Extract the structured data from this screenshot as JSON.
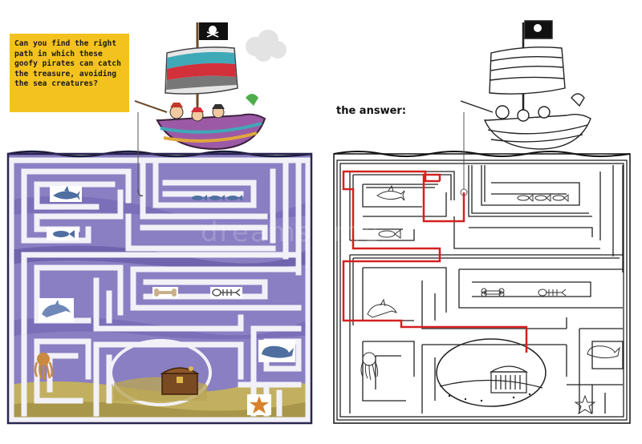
{
  "instructions": "Can you find the right path in which these goofy pirates can catch the treasure, avoiding the sea creatures?",
  "answer_label": "the answer:",
  "watermark": "dreamstime",
  "colors": {
    "water": "#8a7fc2",
    "water_dark": "#6f64ad",
    "wall": "#f2f1f8",
    "sand": "#c2b060",
    "answer_path": "#d42020",
    "instruction_box": "#f4c21f"
  },
  "icons": [
    "pirate-flag-icon",
    "pirate-ship-icon",
    "cloud-icon",
    "shark-icon",
    "fish-icon",
    "fish-school-icon",
    "bone-icon",
    "fish-skeleton-icon",
    "dolphin-icon",
    "octopus-icon",
    "whale-icon",
    "starfish-icon",
    "treasure-chest-icon",
    "hook-icon"
  ]
}
